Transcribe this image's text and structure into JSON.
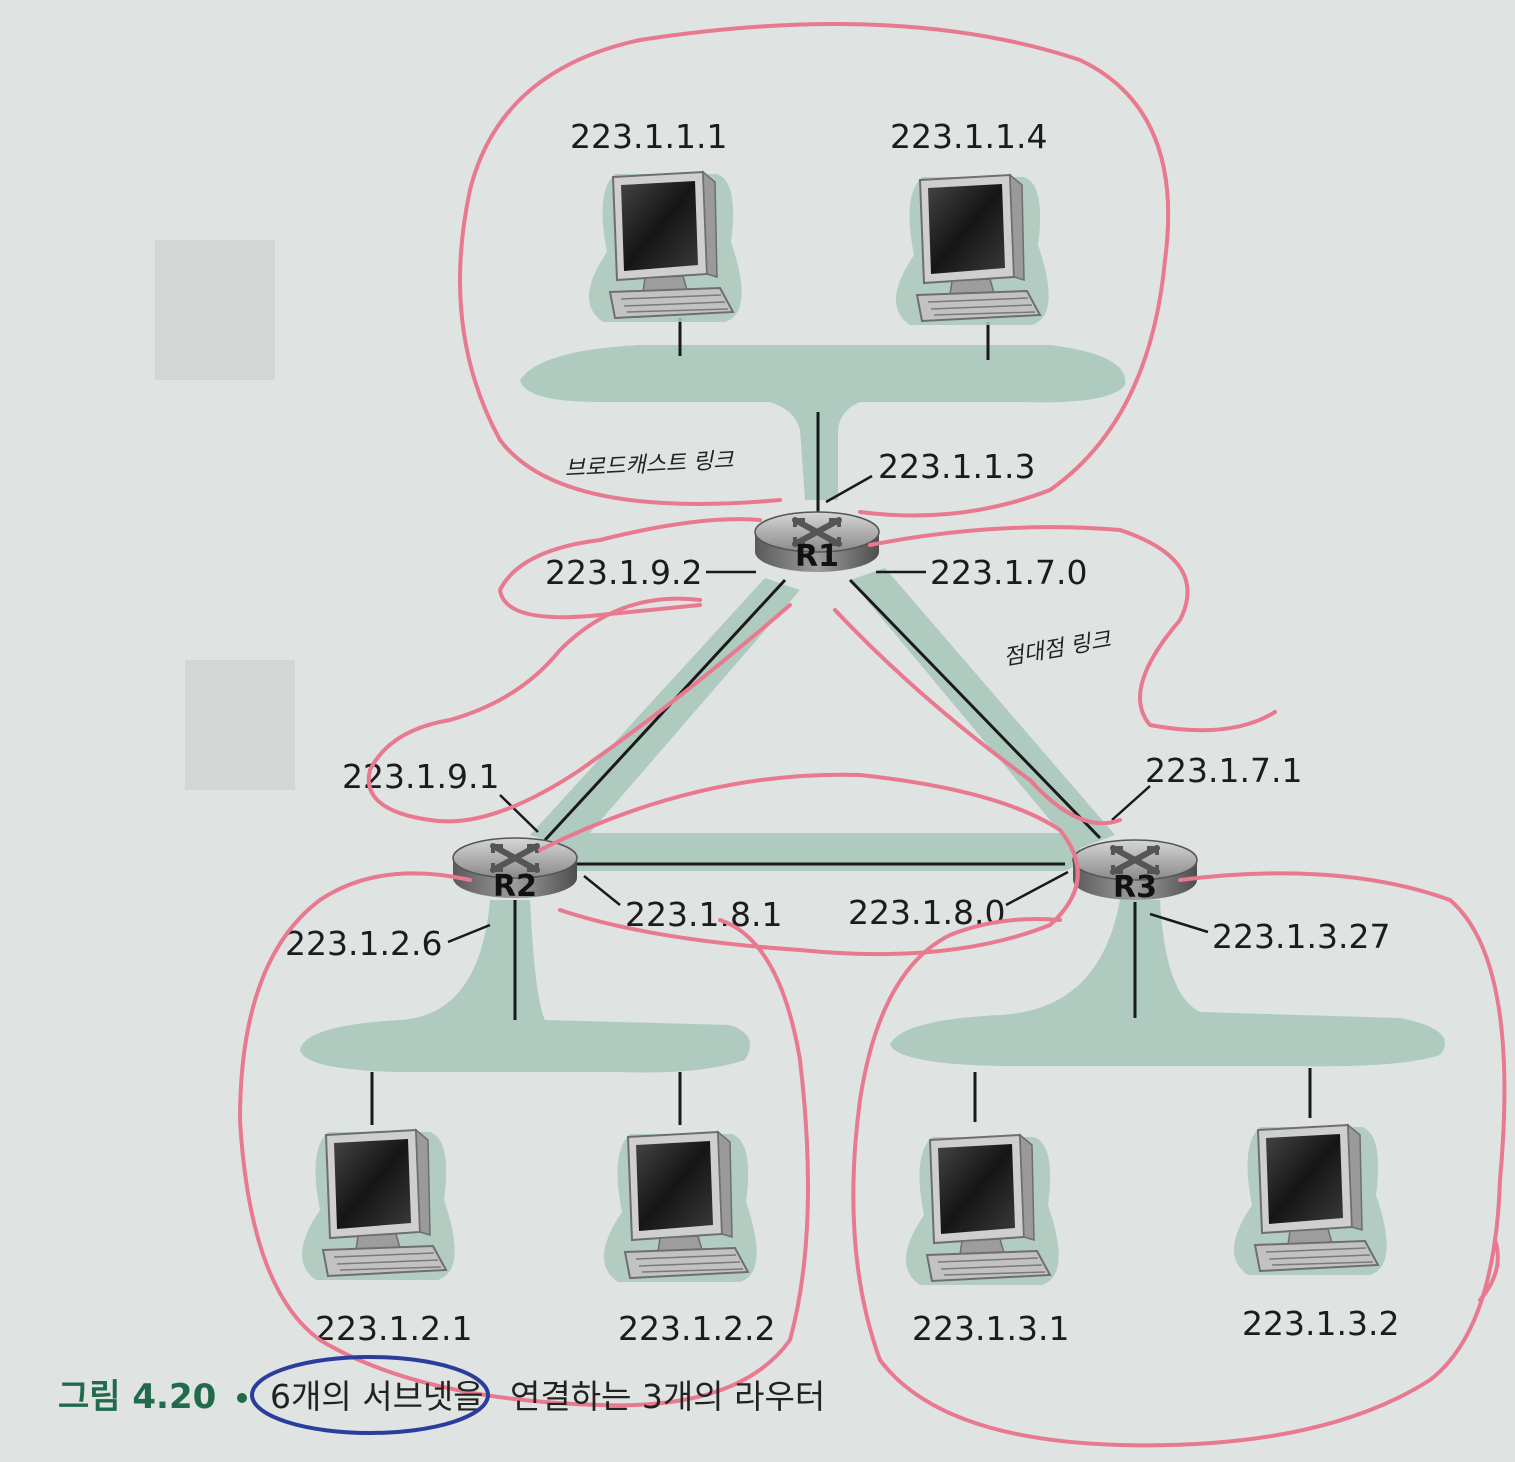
{
  "routers": {
    "r1": "R1",
    "r2": "R2",
    "r3": "R3"
  },
  "hosts": {
    "h111": "223.1.1.1",
    "h114": "223.1.1.4",
    "h121": "223.1.2.1",
    "h122": "223.1.2.2",
    "h131": "223.1.3.1",
    "h132": "223.1.3.2"
  },
  "interfaces": {
    "r1_subnet1": "223.1.1.3",
    "r1_to_r2": "223.1.9.2",
    "r1_to_r3": "223.1.7.0",
    "r2_to_r1": "223.1.9.1",
    "r2_to_r3": "223.1.8.1",
    "r2_subnet2": "223.1.2.6",
    "r3_to_r1": "223.1.7.1",
    "r3_to_r2": "223.1.8.0",
    "r3_subnet3": "223.1.3.27"
  },
  "annotations": {
    "broadcast_link": "브로드캐스트 링크",
    "point_to_point_link": "점대점 링크"
  },
  "caption": {
    "figure": "그림 4.20",
    "text_circled": "6개의 서브넷을",
    "text_rest": "연결하는 3개의 라우터"
  },
  "colors": {
    "background": "#dfe3e2",
    "link_shade": "#aac8bc",
    "annotation_pen": "#e8798f",
    "caption_circle": "#2a3c9c",
    "caption_green": "#1f6b4c"
  }
}
